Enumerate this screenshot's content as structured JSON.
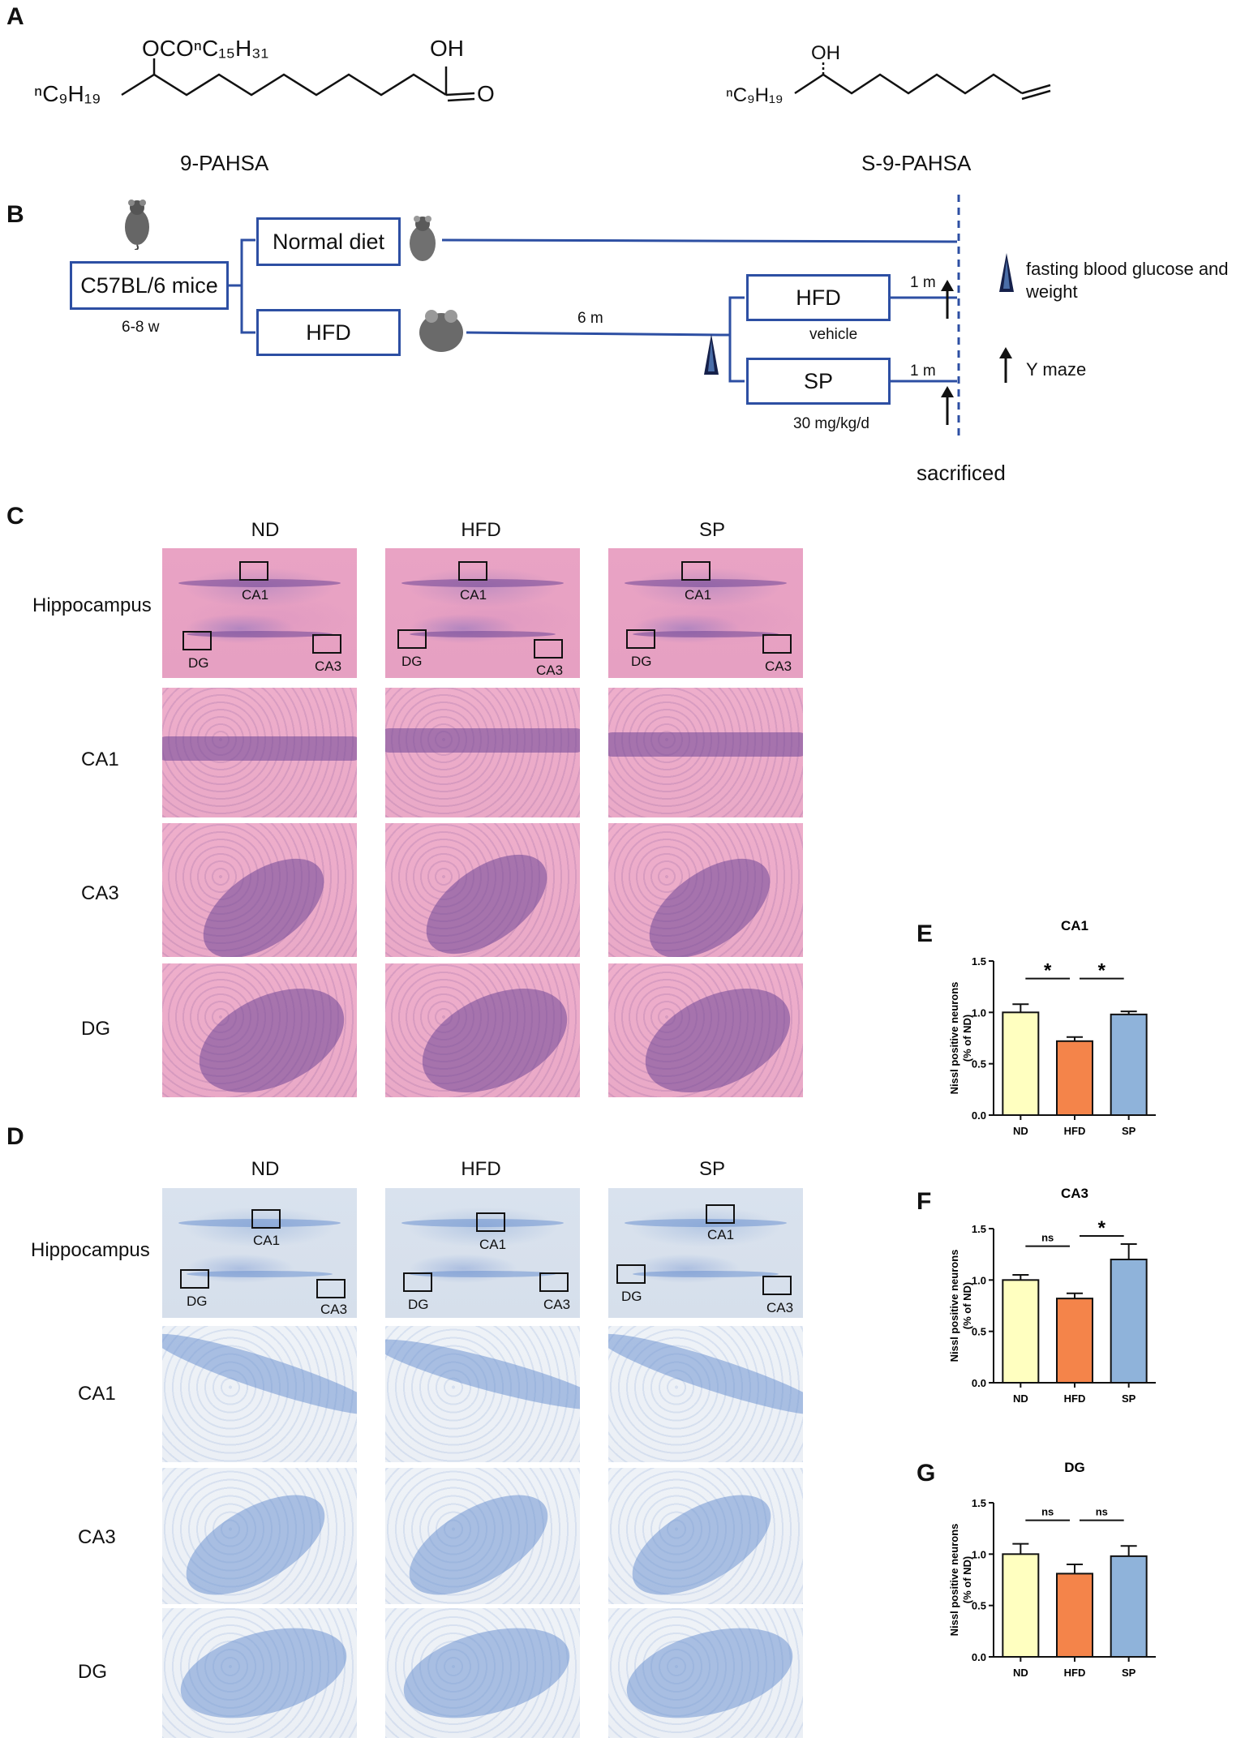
{
  "panels": {
    "A": "A",
    "B": "B",
    "C": "C",
    "D": "D",
    "E": "E",
    "F": "F",
    "G": "G"
  },
  "panel_a": {
    "mol1_name": "9-PAHSA",
    "mol2_name": "S-9-PAHSA",
    "mol1_ester": "OCOⁿC₁₅H₃₁",
    "mol1_acid": "OH",
    "mol1_o": "O",
    "mol1_chain": "ⁿC₉H₁₉",
    "mol2_oh": "OH",
    "mol2_chain": "ⁿC₉H₁₉"
  },
  "panel_b": {
    "mice_box": "C57BL/6 mice",
    "mice_age": "6-8  w",
    "normal_box": "Normal diet",
    "hfd_box": "HFD",
    "duration_main": "6 m",
    "hfd2_box": "HFD",
    "hfd2_sub": "vehicle",
    "sp_box": "SP",
    "sp_sub": "30 mg/kg/d",
    "dur_hfd": "1 m",
    "dur_sp": "1 m",
    "legend_glucose": "fasting blood glucose and weight",
    "legend_ymaze": "Y maze",
    "sacrificed": "sacrificed"
  },
  "panel_c": {
    "columns": [
      "ND",
      "HFD",
      "SP"
    ],
    "rows": [
      "Hippocampus",
      "CA1",
      "CA3",
      "DG"
    ],
    "region_labels": [
      "CA1",
      "DG",
      "CA3"
    ]
  },
  "panel_d": {
    "columns": [
      "ND",
      "HFD",
      "SP"
    ],
    "rows": [
      "Hippocampus",
      "CA1",
      "CA3",
      "DG"
    ],
    "region_labels": [
      "CA1",
      "DG",
      "CA3"
    ]
  },
  "chart_data": [
    {
      "panel": "E",
      "type": "bar",
      "title": "CA1",
      "categories": [
        "ND",
        "HFD",
        "SP"
      ],
      "values": [
        1.0,
        0.72,
        0.98
      ],
      "errors": [
        0.08,
        0.04,
        0.03
      ],
      "ylabel": "Nissl positive neurons (% of ND)",
      "ylim": [
        0,
        1.5
      ],
      "yticks": [
        "0.0",
        "0.5",
        "1.0",
        "1.5"
      ],
      "significance": [
        "*",
        "*"
      ],
      "colors": [
        "#ffffc0",
        "#f4844a",
        "#8fb3da"
      ]
    },
    {
      "panel": "F",
      "type": "bar",
      "title": "CA3",
      "categories": [
        "ND",
        "HFD",
        "SP"
      ],
      "values": [
        1.0,
        0.82,
        1.2
      ],
      "errors": [
        0.05,
        0.05,
        0.15
      ],
      "ylabel": "Nissl positive neurons (% of ND)",
      "ylim": [
        0,
        1.5
      ],
      "yticks": [
        "0.0",
        "0.5",
        "1.0",
        "1.5"
      ],
      "significance": [
        "ns",
        "*"
      ],
      "colors": [
        "#ffffc0",
        "#f4844a",
        "#8fb3da"
      ]
    },
    {
      "panel": "G",
      "type": "bar",
      "title": "DG",
      "categories": [
        "ND",
        "HFD",
        "SP"
      ],
      "values": [
        1.0,
        0.81,
        0.98
      ],
      "errors": [
        0.1,
        0.09,
        0.1
      ],
      "ylabel": "Nissl positive neurons (% of ND)",
      "ylim": [
        0,
        1.5
      ],
      "yticks": [
        "0.0",
        "0.5",
        "1.0",
        "1.5"
      ],
      "significance": [
        "ns",
        "ns"
      ],
      "colors": [
        "#ffffc0",
        "#f4844a",
        "#8fb3da"
      ]
    }
  ]
}
